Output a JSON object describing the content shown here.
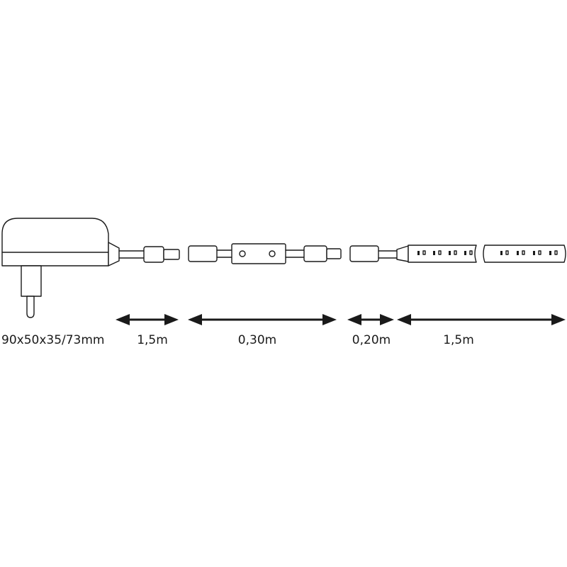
{
  "labels": {
    "adapter_size": "90x50x35/73mm",
    "cable_1": "1,5m",
    "cable_2": "0,30m",
    "cable_3": "0,20m",
    "strip": "1,5m"
  },
  "colors": {
    "line": "#1a1a1a",
    "background": "#ffffff"
  }
}
